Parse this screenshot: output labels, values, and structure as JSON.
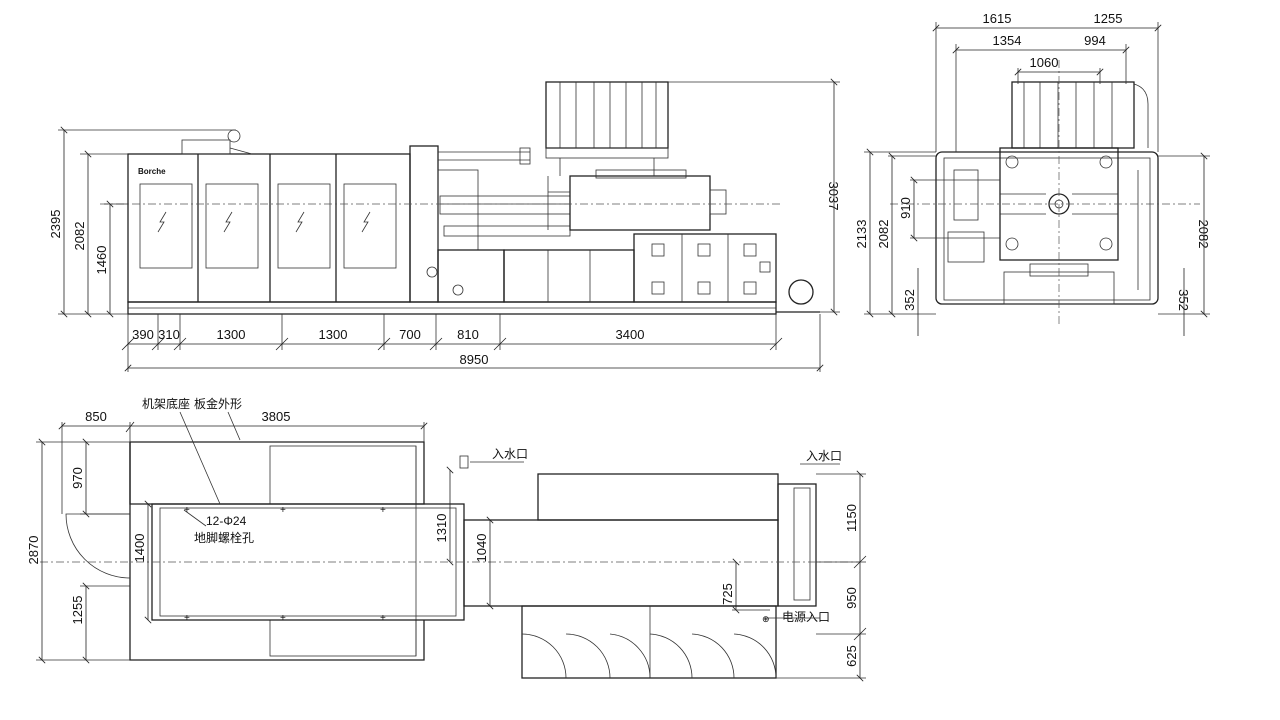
{
  "side_view": {
    "bottom_dims": [
      "390",
      "310",
      "1300",
      "1300",
      "700",
      "810",
      "3400"
    ],
    "overall_length": "8950",
    "left_heights": [
      "2395",
      "2082",
      "1460"
    ],
    "right_height": "3037"
  },
  "end_view": {
    "top_dims": [
      "1615",
      "1255",
      "1354",
      "994",
      "1060"
    ],
    "left_heights": [
      "2133",
      "2082",
      "910",
      "352"
    ],
    "right_heights": [
      "2082",
      "352"
    ]
  },
  "plan_view": {
    "top_dims": [
      "850",
      "3805"
    ],
    "left_dims": [
      "2870",
      "970",
      "1255",
      "1400"
    ],
    "middle_dims": [
      "1310",
      "1040",
      "725"
    ],
    "right_dims": [
      "1150",
      "950",
      "625"
    ],
    "labels": {
      "frame_base": "机架底座",
      "sheet_metal": "板金外形",
      "water_inlet_1": "入水口",
      "water_inlet_2": "入水口",
      "holes": "12-Φ24",
      "anchor_bolt_holes": "地脚螺栓孔",
      "power_inlet": "电源入口"
    }
  },
  "brand_text": "Borche"
}
